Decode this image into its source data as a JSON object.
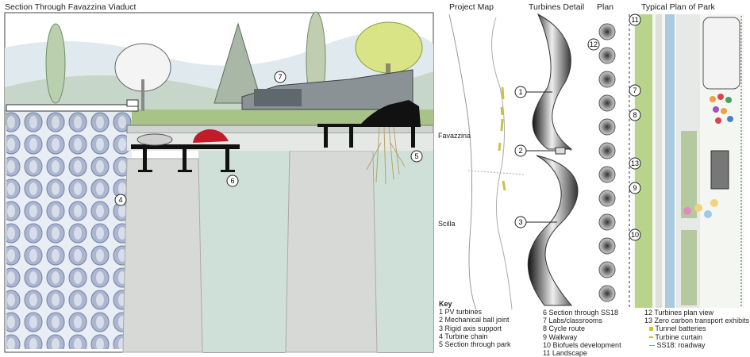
{
  "titles": {
    "section": "Section Through Favazzina Viaduct",
    "project_map": "Project Map",
    "turbines_detail": "Turbines Detail",
    "plan": "Plan",
    "typical_plan": "Typical Plan of Park"
  },
  "map_labels": {
    "favazzina": "Favazzina",
    "scilla": "Scilla"
  },
  "key": {
    "heading": "Key",
    "col1": [
      "1 PV turbines",
      "2 Mechanical ball joint",
      "3 Rigid axis support",
      "4 Turbine chain",
      "5 Section through park"
    ],
    "col2": [
      "6 Section through SS18",
      "7 Labs/classrooms",
      "8 Cycle route",
      "9 Walkway",
      "10 Biofuels development",
      "11 Landscape"
    ],
    "col3": [
      "12 Turbines plan view",
      "13 Zero carbon transport exhibits"
    ],
    "legend": [
      {
        "label": "Tunnel batteries",
        "color": "#d6c22a"
      },
      {
        "label": "Turbine curtain",
        "color": "#c9c24a"
      },
      {
        "label": "SS18: roadway",
        "color": "#6fa6c9"
      }
    ]
  },
  "callouts": {
    "c1": "1",
    "c2": "2",
    "c3": "3",
    "c4": "4",
    "c5": "5",
    "c6": "6",
    "c7": "7",
    "c8": "8",
    "c9": "9",
    "c10": "10",
    "c11": "11",
    "c12": "12",
    "c13": "13"
  },
  "colors": {
    "sky": "#dfe9ee",
    "turbine": "#a9b6d2",
    "pier": "#d9dbd8",
    "water": "#c9dbd4",
    "grass": "#9fc07a",
    "car": "#c21b2a"
  }
}
